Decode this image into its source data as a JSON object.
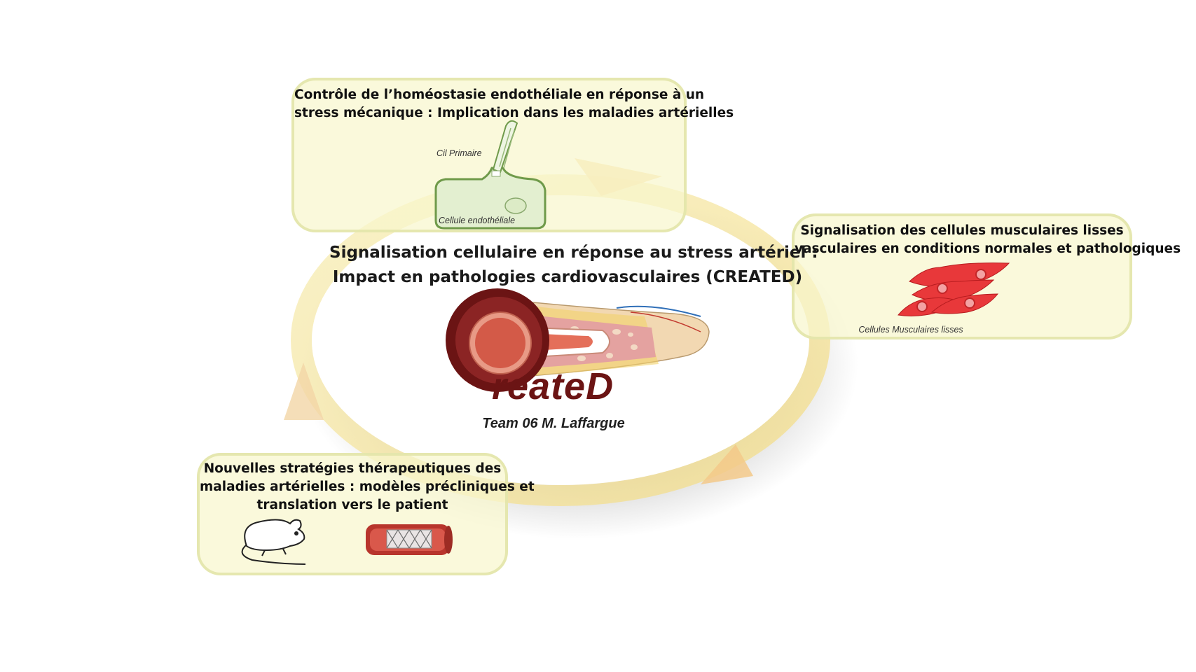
{
  "main_title": {
    "line1": "Signalisation cellulaire en réponse au stress artériel :",
    "line2": "Impact en pathologies cardiovasculaires (CREATED)"
  },
  "logo": {
    "text": "reateD",
    "color": "#6b1414"
  },
  "team": "Team 06 M. Laffargue",
  "boxes": {
    "endothelial": {
      "line1": "Contrôle de l’homéostasie endothéliale en réponse à un",
      "line2": "stress mécanique : Implication dans les maladies artérielles",
      "caption_cilium": "Cil Primaire",
      "caption_cell": "Cellule endothéliale"
    },
    "smooth_muscle": {
      "line1": "Signalisation des cellules musculaires lisses",
      "line2": "vasculaires en conditions normales et pathologiques",
      "caption": "Cellules Musculaires lisses"
    },
    "therapeutic": {
      "line1": "Nouvelles stratégies thérapeutiques des",
      "line2": "maladies artérielles : modèles précliniques et",
      "line3": "translation vers le patient"
    }
  },
  "colors": {
    "box_fill": "#f8f7cd",
    "box_border": "#e2e4a8",
    "cycle_ring": "#f6e7a0",
    "cycle_arrow": "#f3c98a",
    "cell_green": "#6f9a4a",
    "smc_red": "#e8383a"
  }
}
